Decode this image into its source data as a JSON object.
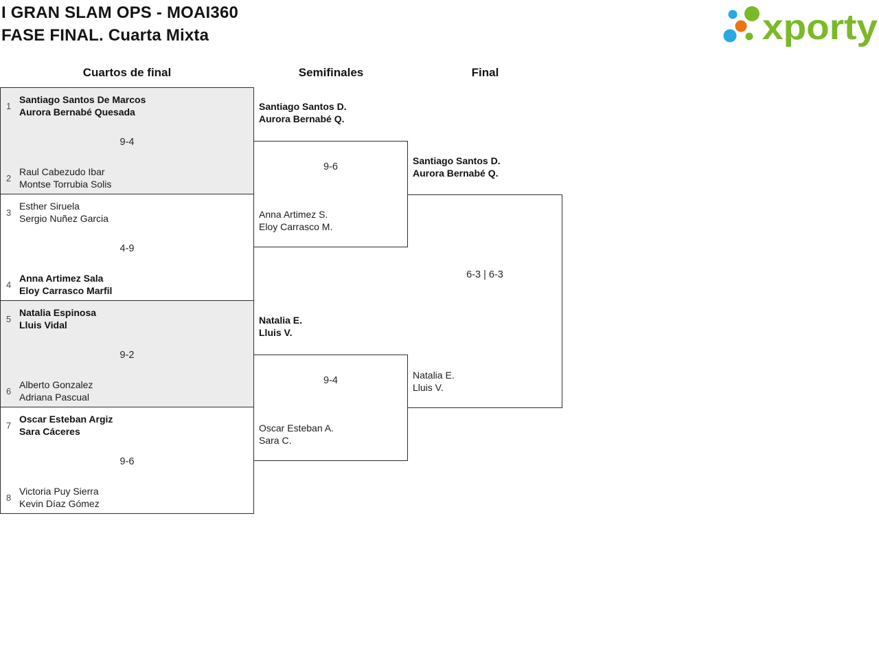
{
  "page": {
    "title_line1": "I GRAN SLAM OPS - MOAI360",
    "title_line2": "FASE FINAL. Cuarta Mixta"
  },
  "logo": {
    "text": "xporty",
    "colors": {
      "green": "#7cb928",
      "blue": "#29a9e1",
      "orange": "#ec7412"
    }
  },
  "rounds": {
    "quarterfinals_label": "Cuartos de final",
    "semifinals_label": "Semifinales",
    "final_label": "Final"
  },
  "quarterfinals": [
    {
      "seed_top": "1",
      "team_top_1": "Santiago Santos De Marcos",
      "team_top_2": "Aurora Bernabé Quesada",
      "top_winner": true,
      "score": "9-4",
      "seed_bottom": "2",
      "team_bottom_1": "Raul Cabezudo Ibar",
      "team_bottom_2": "Montse Torrubia Solis",
      "bottom_winner": false
    },
    {
      "seed_top": "3",
      "team_top_1": "Esther Siruela",
      "team_top_2": "Sergio Nuñez Garcia",
      "top_winner": false,
      "score": "4-9",
      "seed_bottom": "4",
      "team_bottom_1": "Anna Artimez Sala",
      "team_bottom_2": "Eloy Carrasco Marfil",
      "bottom_winner": true
    },
    {
      "seed_top": "5",
      "team_top_1": "Natalia Espinosa",
      "team_top_2": "Lluis Vidal",
      "top_winner": true,
      "score": "9-2",
      "seed_bottom": "6",
      "team_bottom_1": "Alberto Gonzalez",
      "team_bottom_2": "Adriana Pascual",
      "bottom_winner": false
    },
    {
      "seed_top": "7",
      "team_top_1": "Oscar Esteban Argiz",
      "team_top_2": "Sara Cáceres",
      "top_winner": true,
      "score": "9-6",
      "seed_bottom": "8",
      "team_bottom_1": "Victoria Puy Sierra",
      "team_bottom_2": "Kevin Díaz Gómez",
      "bottom_winner": false
    }
  ],
  "semifinals": [
    {
      "team_top_1": "Santiago Santos D.",
      "team_top_2": "Aurora Bernabé Q.",
      "top_winner": true,
      "score": "9-6",
      "team_bottom_1": "Anna Artimez S.",
      "team_bottom_2": "Eloy Carrasco M.",
      "bottom_winner": false
    },
    {
      "team_top_1": "Natalia E.",
      "team_top_2": "Lluis V.",
      "top_winner": true,
      "score": "9-4",
      "team_bottom_1": "Oscar Esteban A.",
      "team_bottom_2": "Sara C.",
      "bottom_winner": false
    }
  ],
  "final": {
    "team_top_1": "Santiago Santos D.",
    "team_top_2": "Aurora Bernabé Q.",
    "top_winner": true,
    "score": "6-3 | 6-3",
    "team_bottom_1": "Natalia E.",
    "team_bottom_2": "Lluis V.",
    "bottom_winner": false
  }
}
